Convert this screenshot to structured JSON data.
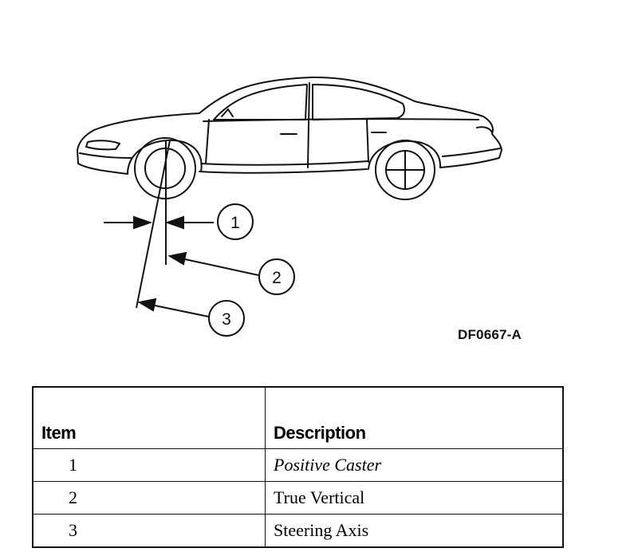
{
  "figure": {
    "id": "DF0667-A",
    "callouts": [
      "1",
      "2",
      "3"
    ]
  },
  "table": {
    "headers": {
      "item": "Item",
      "description": "Description"
    },
    "rows": [
      {
        "item": "1",
        "description": "Positive Caster"
      },
      {
        "item": "2",
        "description": "True Vertical"
      },
      {
        "item": "3",
        "description": "Steering Axis"
      }
    ]
  }
}
